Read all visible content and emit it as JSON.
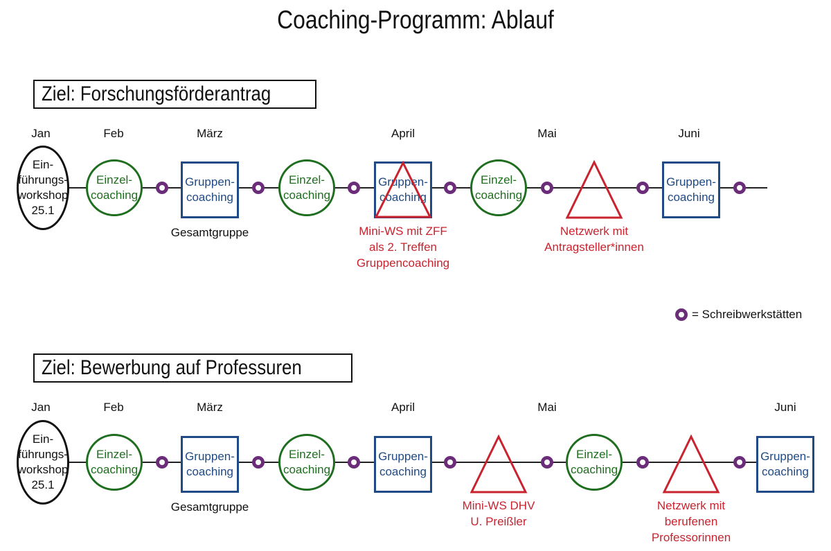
{
  "title": "Coaching-Programm: Ablauf",
  "legend": {
    "icon": "writing-workshop-dot",
    "label": "= Schreibwerkstätten"
  },
  "timelines": [
    {
      "goal": "Ziel: Forschungsförderantrag",
      "months": [
        "Jan",
        "Feb",
        "März",
        "April",
        "Mai",
        "Juni"
      ],
      "nodes": [
        {
          "type": "oval",
          "label": "Ein-\nführungs-\nworkshop\n25.1"
        },
        {
          "type": "circle",
          "label": "Einzel-\ncoaching"
        },
        {
          "type": "box",
          "label": "Gruppen-\ncoaching",
          "caption": "Gesamtgruppe"
        },
        {
          "type": "circle",
          "label": "Einzel-\ncoaching"
        },
        {
          "type": "box",
          "label": "Gruppen-\ncoaching",
          "overlay": "triangle",
          "caption": "Mini-WS mit ZFF\nals 2. Treffen\nGruppencoaching"
        },
        {
          "type": "circle",
          "label": "Einzel-\ncoaching"
        },
        {
          "type": "triangle",
          "caption": "Netzwerk mit\nAntragsteller*innen"
        },
        {
          "type": "box",
          "label": "Gruppen-\ncoaching"
        }
      ]
    },
    {
      "goal": "Ziel: Bewerbung auf Professuren",
      "months": [
        "Jan",
        "Feb",
        "März",
        "April",
        "Mai",
        "Juni"
      ],
      "nodes": [
        {
          "type": "oval",
          "label": "Ein-\nführungs-\nworkshop\n25.1"
        },
        {
          "type": "circle",
          "label": "Einzel-\ncoaching"
        },
        {
          "type": "box",
          "label": "Gruppen-\ncoaching",
          "caption": "Gesamtgruppe"
        },
        {
          "type": "circle",
          "label": "Einzel-\ncoaching"
        },
        {
          "type": "box",
          "label": "Gruppen-\ncoaching"
        },
        {
          "type": "triangle",
          "caption": "Mini-WS DHV\nU. Preißler"
        },
        {
          "type": "circle",
          "label": "Einzel-\ncoaching"
        },
        {
          "type": "triangle",
          "caption": "Netzwerk mit\nberufenen\nProfessorinnen"
        },
        {
          "type": "box",
          "label": "Gruppen-\ncoaching"
        }
      ]
    }
  ],
  "colors": {
    "einzel": "#1f6e1f",
    "gruppen": "#1f4a85",
    "network": "#c8232e",
    "workshop_dot": "#6b2d7a"
  }
}
